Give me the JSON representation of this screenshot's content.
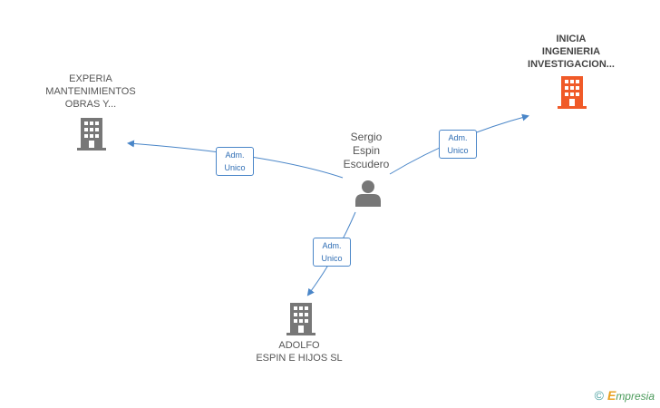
{
  "diagram": {
    "person": {
      "lines": [
        "Sergio",
        "Espin",
        "Escudero"
      ]
    },
    "companies": [
      {
        "id": "experia",
        "lines": [
          "EXPERIA",
          "MANTENIMIENTOS",
          "OBRAS Y..."
        ],
        "highlight": false,
        "color": "#777777"
      },
      {
        "id": "inicia",
        "lines": [
          "INICIA",
          "INGENIERIA",
          "INVESTIGACION..."
        ],
        "highlight": true,
        "color": "#f05a28"
      },
      {
        "id": "adolfo",
        "lines": [
          "ADOLFO",
          "ESPIN E HIJOS SL"
        ],
        "highlight": false,
        "color": "#777777"
      }
    ],
    "roles": [
      {
        "target": "experia",
        "lines": [
          "Adm.",
          "Unico"
        ]
      },
      {
        "target": "inicia",
        "lines": [
          "Adm.",
          "Unico"
        ]
      },
      {
        "target": "adolfo",
        "lines": [
          "Adm.",
          "Unico"
        ]
      }
    ],
    "edge_color": "#4a86c8"
  },
  "footer": {
    "copyright_symbol": "©",
    "brand_first": "E",
    "brand_rest": "mpresia"
  }
}
